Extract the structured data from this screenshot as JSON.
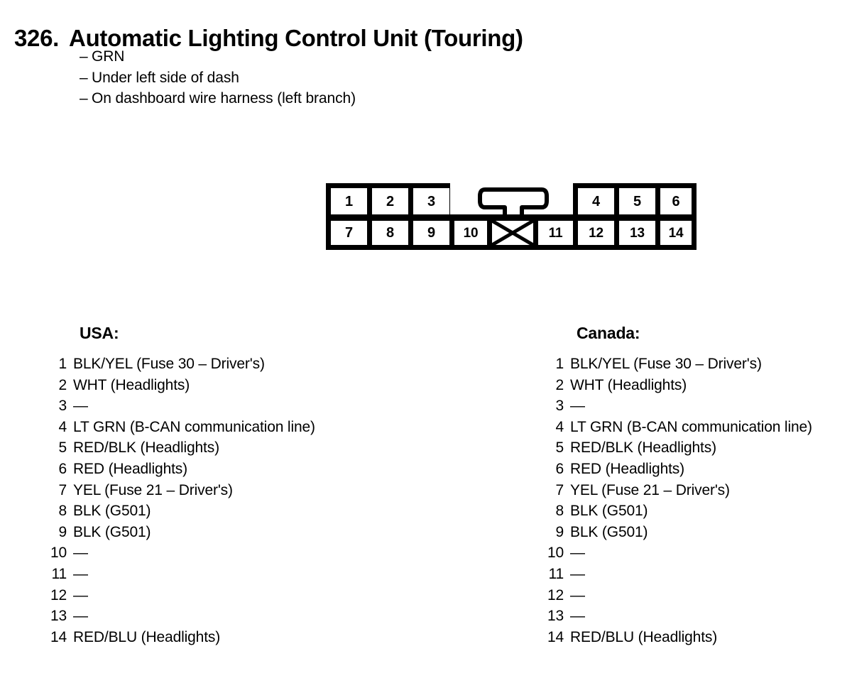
{
  "header": {
    "number": "326.",
    "title": "Automatic Lighting Control Unit (Touring)",
    "notes": [
      {
        "dash": "–",
        "text": "GRN"
      },
      {
        "dash": "–",
        "text": "Under left side of dash"
      },
      {
        "dash": "–",
        "text": "On dashboard wire harness (left branch)"
      }
    ]
  },
  "connector": {
    "top_row": [
      "1",
      "2",
      "3",
      "4",
      "5",
      "6"
    ],
    "bottom_row": [
      "7",
      "8",
      "9",
      "10",
      "11",
      "12",
      "13",
      "14"
    ],
    "blank_cavity_label": "",
    "latch_label": "latch-tab",
    "line_color": "#000000",
    "fill_color": "#ffffff"
  },
  "lists": [
    {
      "id": "usa",
      "heading": "USA:",
      "pins": [
        {
          "num": "1",
          "desc": "BLK/YEL (Fuse 30 – Driver's)"
        },
        {
          "num": "2",
          "desc": "WHT (Headlights)"
        },
        {
          "num": "3",
          "desc": "—"
        },
        {
          "num": "4",
          "desc": "LT GRN (B-CAN communication line)"
        },
        {
          "num": "5",
          "desc": "RED/BLK (Headlights)"
        },
        {
          "num": "6",
          "desc": "RED (Headlights)"
        },
        {
          "num": "7",
          "desc": "YEL (Fuse 21 – Driver's)"
        },
        {
          "num": "8",
          "desc": "BLK (G501)"
        },
        {
          "num": "9",
          "desc": "BLK (G501)"
        },
        {
          "num": "10",
          "desc": "—"
        },
        {
          "num": "11",
          "desc": "—"
        },
        {
          "num": "12",
          "desc": "—"
        },
        {
          "num": "13",
          "desc": "—"
        },
        {
          "num": "14",
          "desc": "RED/BLU (Headlights)"
        }
      ]
    },
    {
      "id": "canada",
      "heading": "Canada:",
      "pins": [
        {
          "num": "1",
          "desc": "BLK/YEL (Fuse 30 – Driver's)"
        },
        {
          "num": "2",
          "desc": "WHT (Headlights)"
        },
        {
          "num": "3",
          "desc": "—"
        },
        {
          "num": "4",
          "desc": "LT GRN (B-CAN communication line)"
        },
        {
          "num": "5",
          "desc": "RED/BLK (Headlights)"
        },
        {
          "num": "6",
          "desc": "RED (Headlights)"
        },
        {
          "num": "7",
          "desc": "YEL (Fuse 21 – Driver's)"
        },
        {
          "num": "8",
          "desc": "BLK (G501)"
        },
        {
          "num": "9",
          "desc": "BLK (G501)"
        },
        {
          "num": "10",
          "desc": "—"
        },
        {
          "num": "11",
          "desc": "—"
        },
        {
          "num": "12",
          "desc": "—"
        },
        {
          "num": "13",
          "desc": "—"
        },
        {
          "num": "14",
          "desc": "RED/BLU (Headlights)"
        }
      ]
    }
  ]
}
